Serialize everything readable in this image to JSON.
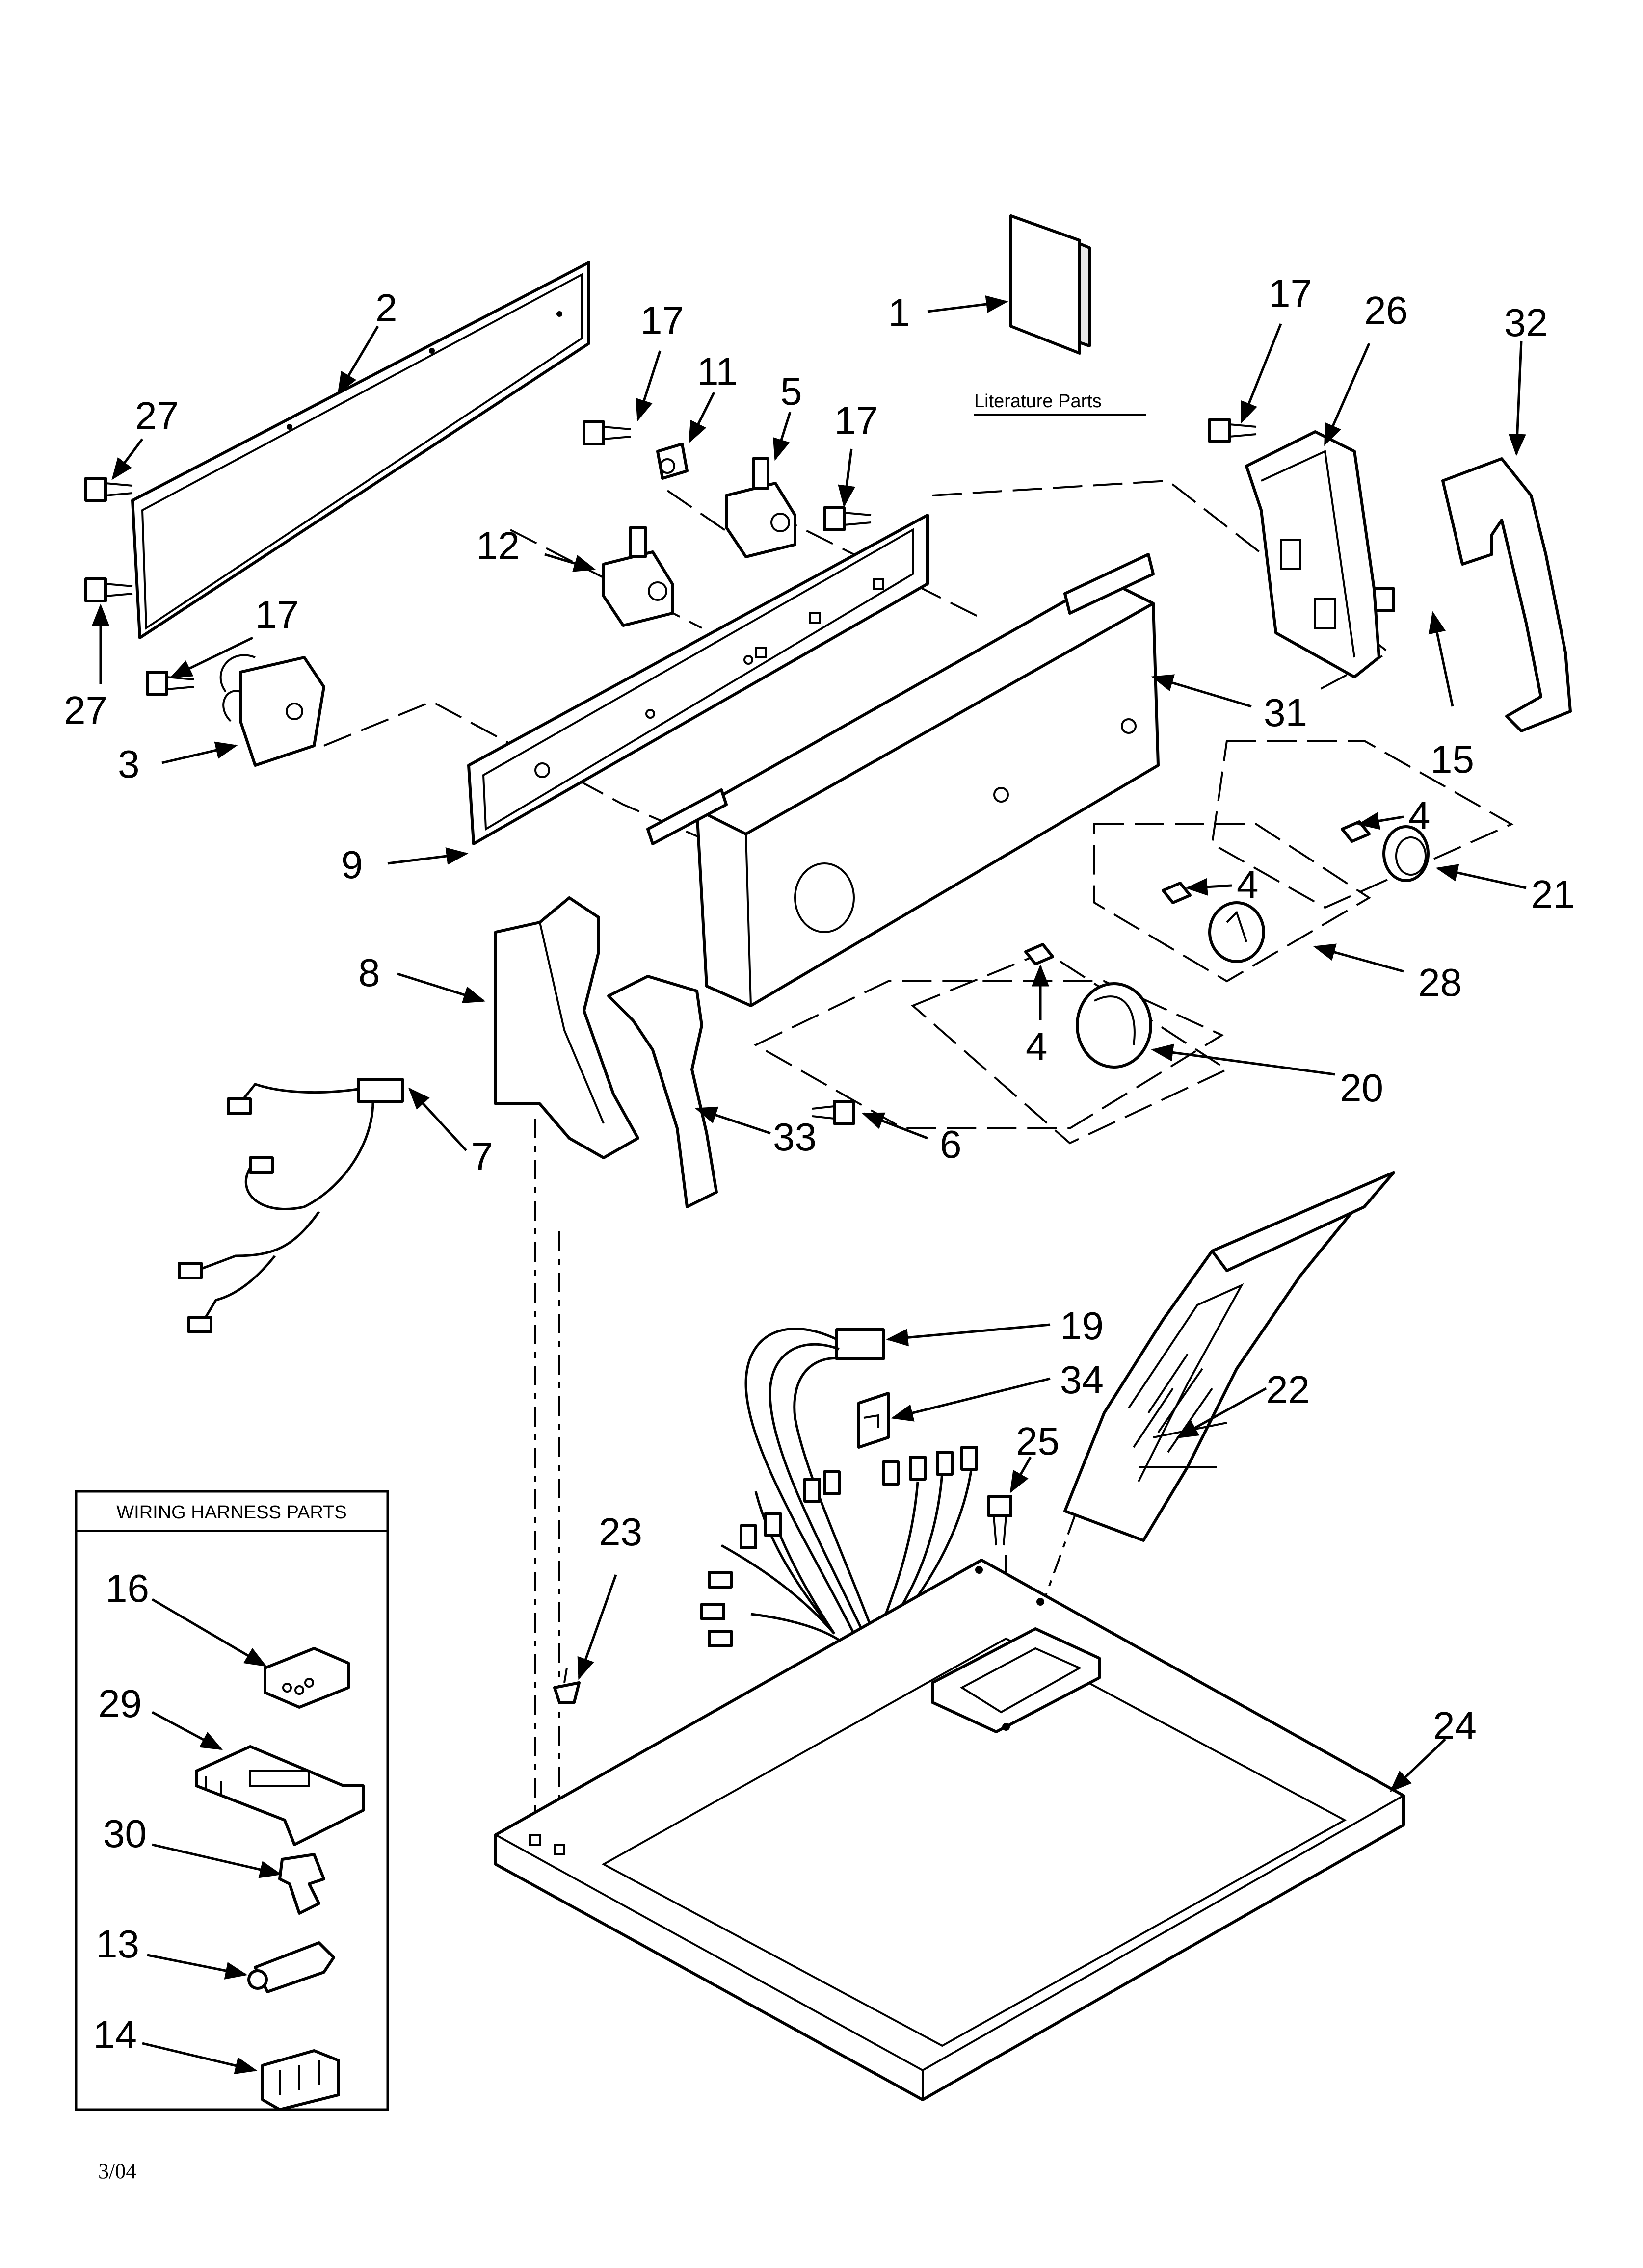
{
  "literature": {
    "label": "Literature Parts"
  },
  "wiring_box": {
    "title": "WIRING HARNESS PARTS"
  },
  "date_code": "3/04",
  "callouts": {
    "c1": "1",
    "c2": "2",
    "c3": "3",
    "c4a": "4",
    "c4b": "4",
    "c4c": "4",
    "c5": "5",
    "c6": "6",
    "c7": "7",
    "c8": "8",
    "c9": "9",
    "c11": "11",
    "c12": "12",
    "c13": "13",
    "c14": "14",
    "c15": "15",
    "c16": "16",
    "c17a": "17",
    "c17b": "17",
    "c17c": "17",
    "c17d": "17",
    "c19": "19",
    "c20": "20",
    "c21": "21",
    "c22": "22",
    "c23": "23",
    "c24": "24",
    "c25": "25",
    "c26": "26",
    "c27a": "27",
    "c27b": "27",
    "c28": "28",
    "c29": "29",
    "c30": "30",
    "c31": "31",
    "c32": "32",
    "c33": "33",
    "c34": "34"
  }
}
